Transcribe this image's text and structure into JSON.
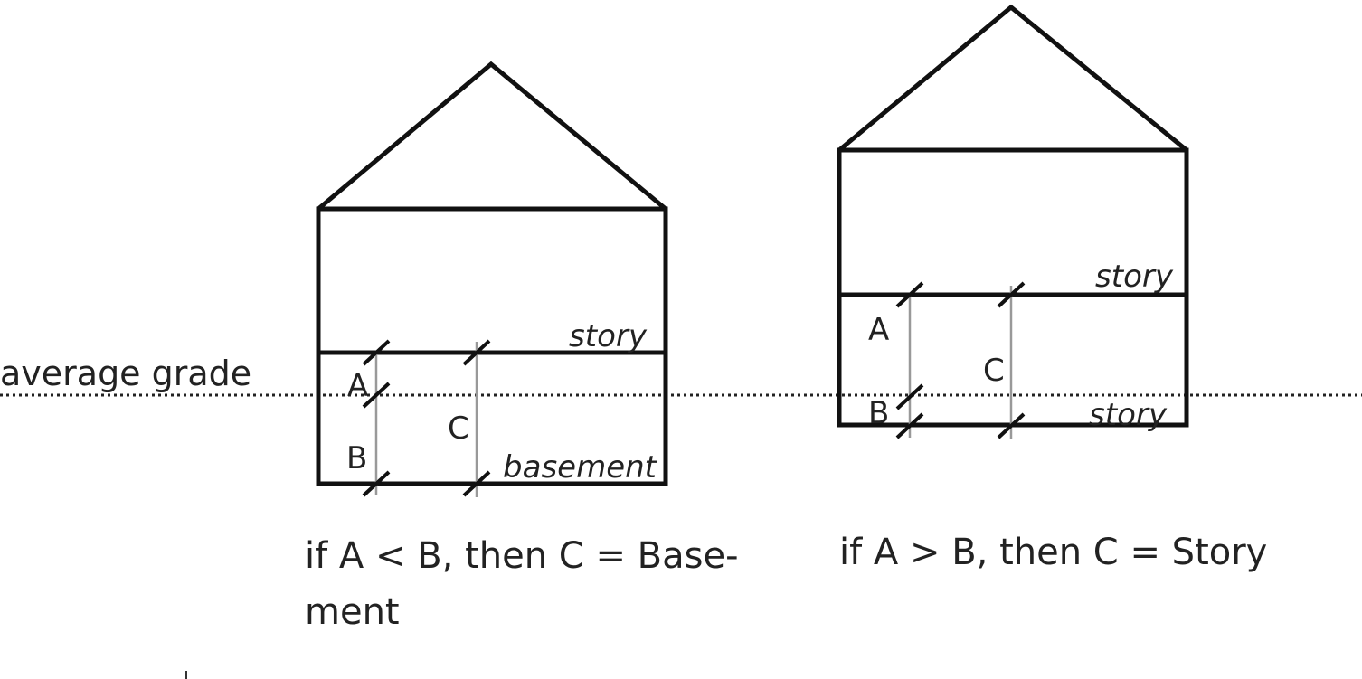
{
  "grade_label": "average grade",
  "left_house": {
    "upper_label": "story",
    "lower_label": "basement",
    "a": "A",
    "b": "B",
    "c": "C",
    "caption_line1": "if A < B, then C = Base-",
    "caption_line2": "ment"
  },
  "right_house": {
    "upper_label": "story",
    "lower_label": "story",
    "a": "A",
    "b": "B",
    "c": "C",
    "caption": "if A > B, then C = Story"
  }
}
